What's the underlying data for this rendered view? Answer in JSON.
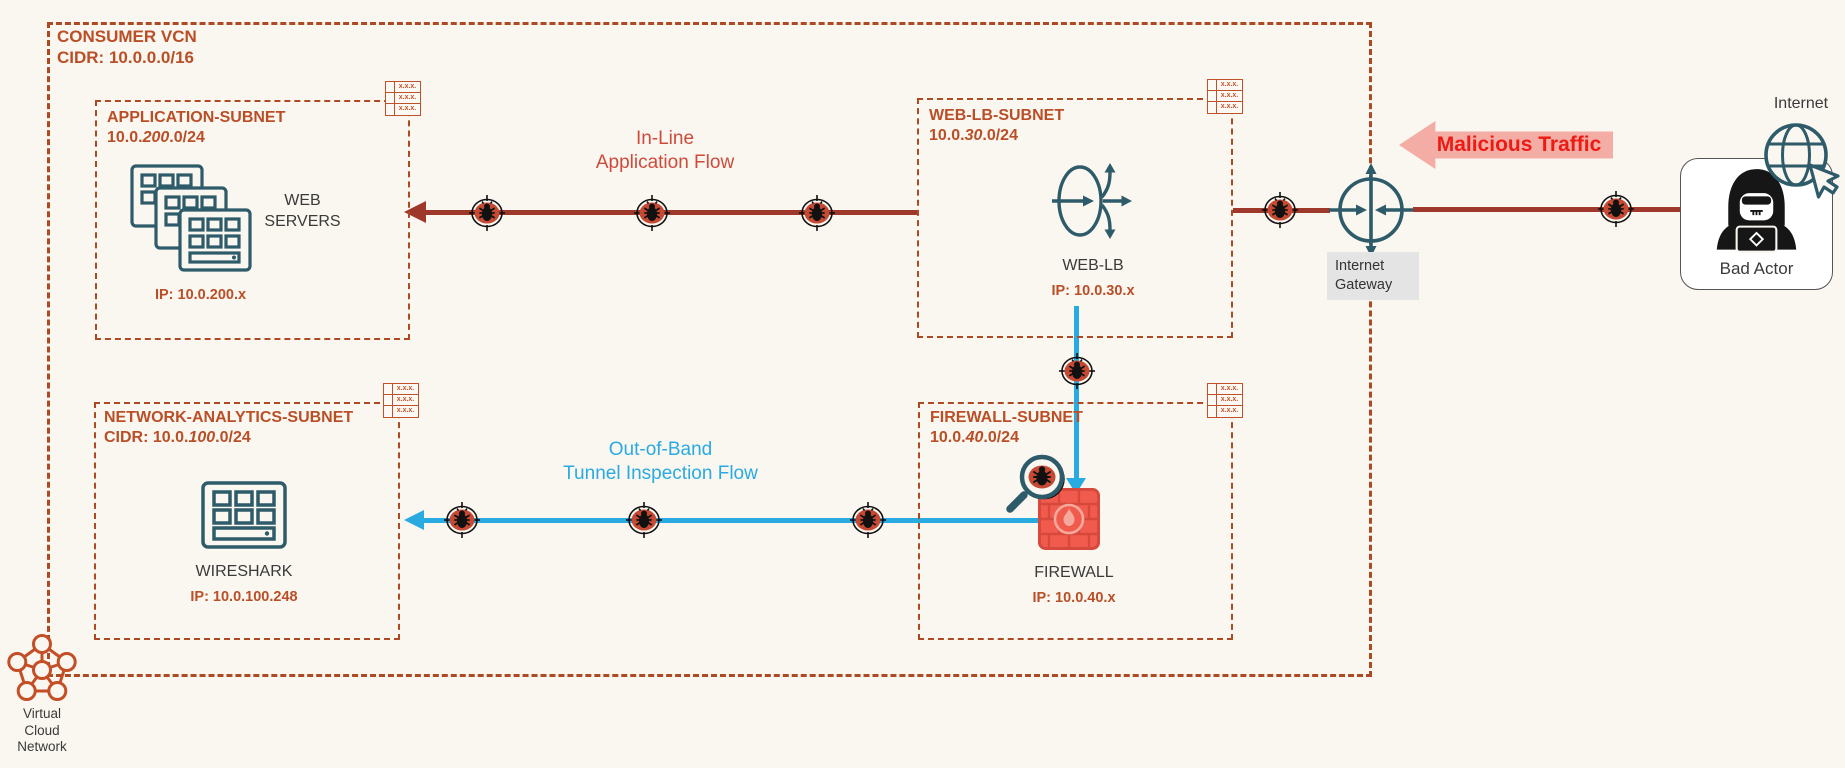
{
  "colors": {
    "background": "#FAF6F0",
    "rust_border": "#AD4A24",
    "rust_text": "#BA4F27",
    "teal_icon": "#2E5B69",
    "flow_red_line": "#9E382A",
    "flow_blue_line": "#29ABE2",
    "bug_fill": "#C64A33",
    "malicious_text": "#EE1A14",
    "malicious_bg": "#F3ADA4",
    "firewall_red": "#F15B4D",
    "gateway_label_bg": "#E4E4E4",
    "text_dark": "#3A3A3A"
  },
  "vcn": {
    "title": "CONSUMER VCN",
    "cidr": "CIDR: 10.0.0.0/16",
    "badge": {
      "line1": "Virtual",
      "line2": "Cloud",
      "line3": "Network"
    }
  },
  "subnets": {
    "application": {
      "title": "APPLICATION-SUBNET",
      "cidr_prefix": "10.0.",
      "cidr_em": "200",
      "cidr_suffix": ".0/24",
      "node_line1": "WEB",
      "node_line2": "SERVERS",
      "ip": "IP: 10.0.200.x"
    },
    "web_lb": {
      "title": "WEB-LB-SUBNET",
      "cidr_prefix": "10.0.",
      "cidr_em": "30",
      "cidr_suffix": ".0/24",
      "node": "WEB-LB",
      "ip": "IP: 10.0.30.x"
    },
    "network_analytics": {
      "title": "NETWORK-ANALYTICS-SUBNET",
      "cidr_prefix": "CIDR: 10.0.",
      "cidr_em": "100",
      "cidr_suffix": ".0/24",
      "node": "WIRESHARK",
      "ip": "IP: 10.0.100.248"
    },
    "firewall": {
      "title": "FIREWALL-SUBNET",
      "cidr_prefix": "10.0.",
      "cidr_em": "40",
      "cidr_suffix": ".0/24",
      "node": "FIREWALL",
      "ip": "IP: 10.0.40.x"
    }
  },
  "flows": {
    "inline": {
      "line1": "In-Line",
      "line2": "Application Flow"
    },
    "out_of_band": {
      "line1": "Out-of-Band",
      "line2": "Tunnel Inspection Flow"
    },
    "malicious": "Malicious Traffic"
  },
  "internet_gateway": {
    "line1": "Internet",
    "line2": "Gateway"
  },
  "internet_label": "Internet",
  "bad_actor_label": "Bad Actor",
  "route_table": {
    "cell": "x.x.x."
  }
}
